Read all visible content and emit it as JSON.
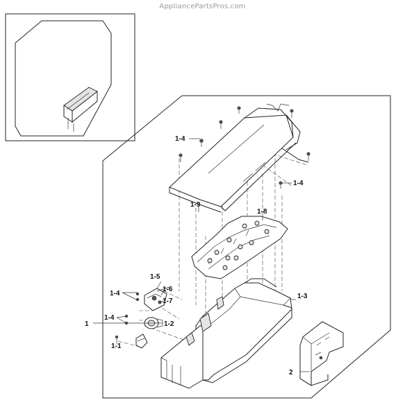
{
  "watermark": "AppliancePartsPros.com",
  "labels": {
    "l1": "1",
    "l1_1": "1-1",
    "l1_2": "1-2",
    "l1_3": "1-3",
    "l1_4_top": "1-4",
    "l1_4_right": "1-4",
    "l1_4_left_upper": "1-4",
    "l1_4_left_lower": "1-4",
    "l1_5": "1-5",
    "l1_6": "1-6",
    "l1_7": "1-7",
    "l1_8": "1-8",
    "l1_9": "1-9",
    "l2": "2"
  }
}
